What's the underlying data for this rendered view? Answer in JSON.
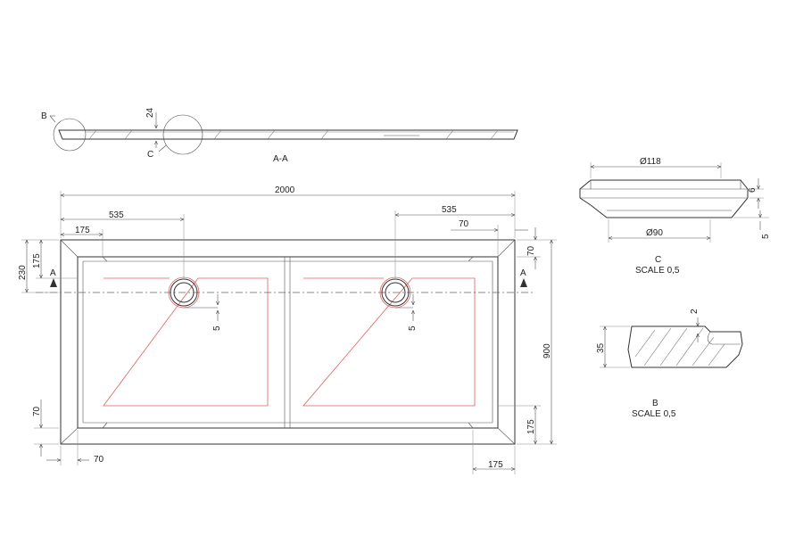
{
  "views": {
    "section": {
      "label": "A-A",
      "dim_thickness": "24",
      "callout_b": "B",
      "callout_c": "C"
    },
    "detail_c": {
      "label": "C",
      "scale": "SCALE 0,5",
      "dim_top_dia": "Ø118",
      "dim_bottom_dia": "Ø90",
      "dim_height": "6",
      "dim_step": "5"
    },
    "detail_b": {
      "label": "B",
      "scale": "SCALE 0,5",
      "dim_height": "35",
      "dim_lip": "2"
    },
    "plan": {
      "dim_length": "2000",
      "dim_left_drain": "535",
      "dim_right_drain": "535",
      "dim_left_inset": "175",
      "dim_right_rim": "70",
      "dim_width": "900",
      "dim_left_230": "230",
      "dim_left_175": "175",
      "dim_right_70": "70",
      "dim_bottom_left_70": "70",
      "dim_bottom_70": "70",
      "dim_bottom_right_175": "175",
      "dim_right_bottom_175": "175",
      "dim_drain_offset_left": "5",
      "dim_drain_offset_right": "5",
      "section_mark_left": "A",
      "section_mark_right": "A"
    }
  }
}
